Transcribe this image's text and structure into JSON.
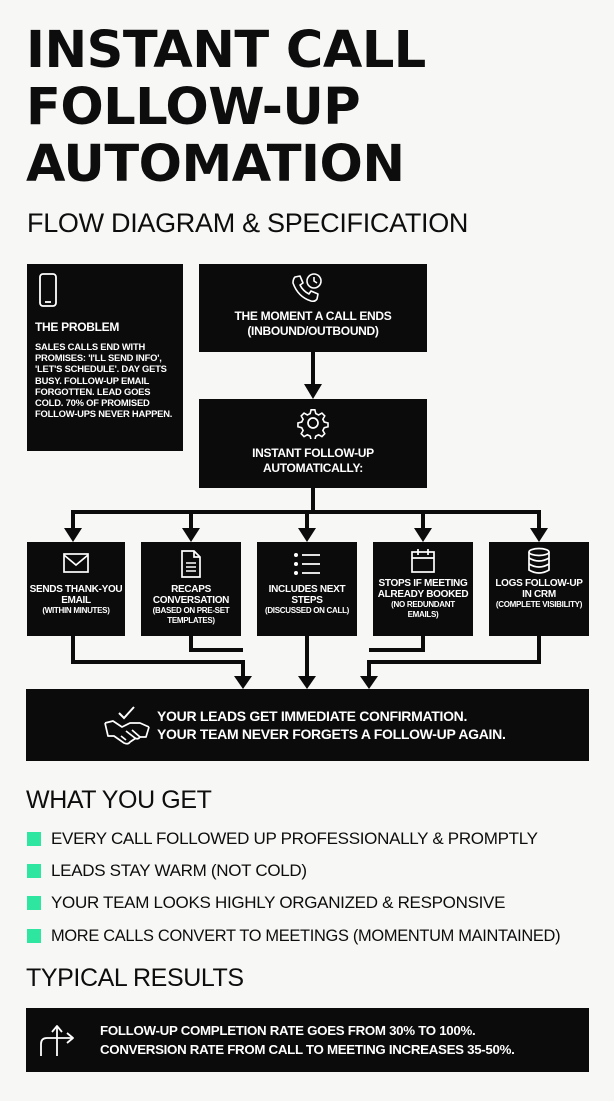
{
  "title": "INSTANT CALL FOLLOW-UP AUTOMATION",
  "subtitle": "FLOW DIAGRAM & SPECIFICATION",
  "problem": {
    "icon": "smartphone-icon",
    "title": "THE PROBLEM",
    "text": "SALES CALLS END WITH PROMISES: 'I'LL SEND INFO', 'LET'S SCHEDULE'. DAY GETS BUSY. FOLLOW-UP EMAIL FORGOTTEN. LEAD GOES COLD. 70% OF PROMISED FOLLOW-UPS NEVER HAPPEN."
  },
  "trigger": {
    "icon": "phone-clock-icon",
    "line1": "THE MOMENT A CALL ENDS",
    "line2": "(INBOUND/OUTBOUND)"
  },
  "automation": {
    "icon": "gear-icon",
    "line1": "INSTANT FOLLOW-UP",
    "line2": "AUTOMATICALLY:"
  },
  "steps": [
    {
      "icon": "envelope-icon",
      "label": "SENDS THANK-YOU EMAIL",
      "sub": "(WITHIN MINUTES)"
    },
    {
      "icon": "document-icon",
      "label": "RECAPS CONVERSATION",
      "sub": "(BASED ON PRE-SET TEMPLATES)"
    },
    {
      "icon": "list-icon",
      "label": "INCLUDES NEXT STEPS",
      "sub": "(DISCUSSED ON CALL)"
    },
    {
      "icon": "calendar-icon",
      "label": "STOPS IF MEETING ALREADY BOOKED",
      "sub": "(NO REDUNDANT EMAILS)"
    },
    {
      "icon": "database-icon",
      "label": "LOGS FOLLOW-UP IN CRM",
      "sub": "(COMPLETE VISIBILITY)"
    }
  ],
  "result": {
    "icon": "handshake-icon",
    "line1": "YOUR LEADS GET IMMEDIATE CONFIRMATION.",
    "line2": "YOUR TEAM NEVER FORGETS A FOLLOW-UP AGAIN."
  },
  "what_you_get": {
    "heading": "WHAT YOU GET",
    "bullet_color": "#2ee6a0",
    "items": [
      "EVERY CALL FOLLOWED UP PROFESSIONALLY & PROMPTLY",
      "LEADS STAY WARM (NOT COLD)",
      "YOUR TEAM LOOKS HIGHLY ORGANIZED & RESPONSIVE",
      "MORE CALLS CONVERT TO MEETINGS (MOMENTUM MAINTAINED)"
    ]
  },
  "typical_results": {
    "heading": "TYPICAL RESULTS",
    "icon": "split-arrows-icon",
    "line1": "FOLLOW-UP COMPLETION RATE GOES FROM 30% TO 100%.",
    "line2": "CONVERSION RATE FROM CALL TO MEETING INCREASES 35-50%."
  }
}
